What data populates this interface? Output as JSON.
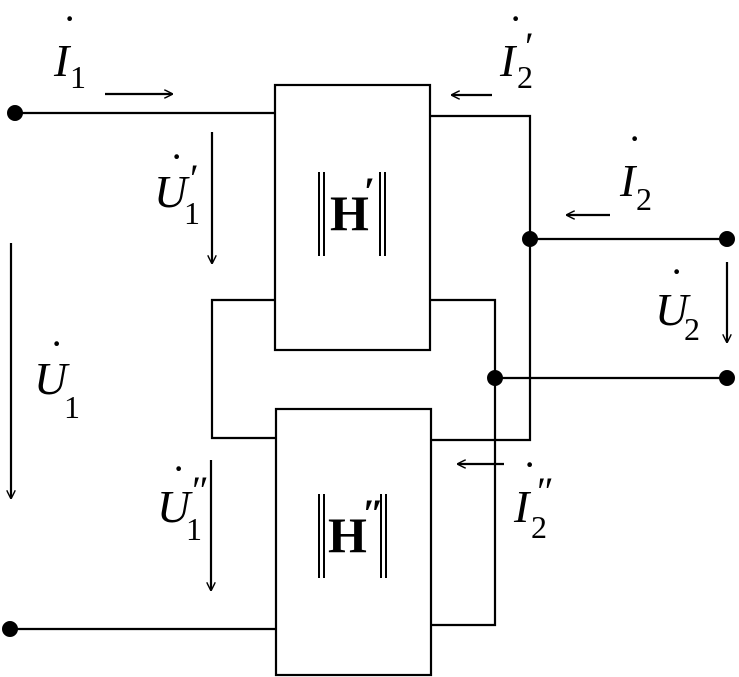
{
  "blocks": {
    "top": {
      "symbol": "H",
      "prime": "′"
    },
    "bottom": {
      "symbol": "H",
      "prime": "″"
    }
  },
  "labels": {
    "i1": {
      "main": "I",
      "sub": "1",
      "prime": ""
    },
    "i2_top": {
      "main": "I",
      "sub": "2",
      "prime": "′"
    },
    "i2": {
      "main": "I",
      "sub": "2",
      "prime": ""
    },
    "i2_bottom": {
      "main": "I",
      "sub": "2",
      "prime": "″"
    },
    "u1_top": {
      "main": "U",
      "sub": "1",
      "prime": "′"
    },
    "u1_bottom": {
      "main": "U",
      "sub": "1",
      "prime": "″"
    },
    "u1": {
      "main": "U",
      "sub": "1",
      "prime": ""
    },
    "u2": {
      "main": "U",
      "sub": "2",
      "prime": ""
    }
  },
  "phasor_dot": "·"
}
